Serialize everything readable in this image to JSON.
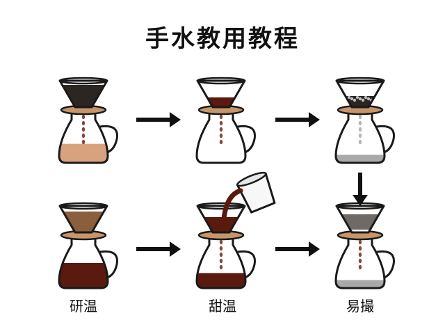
{
  "title": "手水教用教程",
  "colors": {
    "outline": "#1a1a1a",
    "coffee_dark": "#5a1a0e",
    "coffee_brown": "#6e2a14",
    "latte": "#d9a27e",
    "wood_ring": "#c8956a",
    "grey_liquid": "#a9a9a9",
    "dripper_dark": "#2b2622",
    "dripper_grey": "#6f6a66",
    "filter_tan": "#8b5e3c",
    "glass": "#ffffff"
  },
  "steps": [
    {
      "id": "top-1",
      "dripper": "full-dark",
      "carafe": "latte",
      "drops": "brown",
      "caption": ""
    },
    {
      "id": "top-2",
      "dripper": "low-brown",
      "carafe": "empty",
      "drops": "brown",
      "caption": ""
    },
    {
      "id": "top-3",
      "dripper": "grounds",
      "carafe": "grey",
      "drops": "grey",
      "caption": ""
    },
    {
      "id": "bottom-1",
      "dripper": "tan",
      "carafe": "dark-full",
      "drops": "none",
      "caption": "研温"
    },
    {
      "id": "bottom-2",
      "dripper": "brown-pour",
      "carafe": "dark-low",
      "drops": "brown",
      "pour_cup": true,
      "caption": "甜温"
    },
    {
      "id": "bottom-3",
      "dripper": "grey-band",
      "carafe": "grey",
      "drops": "brown",
      "caption": "易撮"
    }
  ],
  "arrows": [
    {
      "from": "top-1",
      "to": "top-2",
      "direction": "right"
    },
    {
      "from": "top-2",
      "to": "top-3",
      "direction": "right"
    },
    {
      "from": "top-3",
      "to": "bottom-3",
      "direction": "down"
    },
    {
      "from": "bottom-1",
      "to": "bottom-2",
      "direction": "right"
    },
    {
      "from": "bottom-2",
      "to": "bottom-3",
      "direction": "right"
    }
  ]
}
